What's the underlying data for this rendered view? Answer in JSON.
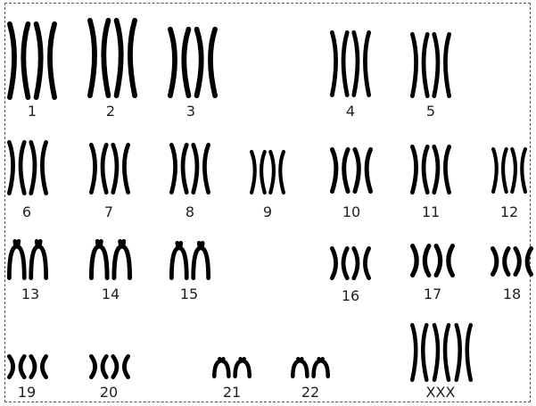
{
  "karyotype": {
    "chromosomes": [
      {
        "label": "1",
        "shape": "long",
        "count": 2
      },
      {
        "label": "2",
        "shape": "long",
        "count": 2
      },
      {
        "label": "3",
        "shape": "long",
        "count": 2
      },
      {
        "label": "4",
        "shape": "long",
        "count": 2
      },
      {
        "label": "5",
        "shape": "long",
        "count": 2
      },
      {
        "label": "6",
        "shape": "medium",
        "count": 2
      },
      {
        "label": "7",
        "shape": "medium",
        "count": 2
      },
      {
        "label": "8",
        "shape": "medium",
        "count": 2
      },
      {
        "label": "9",
        "shape": "medium",
        "count": 2
      },
      {
        "label": "10",
        "shape": "medium",
        "count": 2
      },
      {
        "label": "11",
        "shape": "medium",
        "count": 2
      },
      {
        "label": "12",
        "shape": "medium",
        "count": 2
      },
      {
        "label": "13",
        "shape": "acrocentric",
        "count": 2
      },
      {
        "label": "14",
        "shape": "acrocentric",
        "count": 2
      },
      {
        "label": "15",
        "shape": "acrocentric",
        "count": 2
      },
      {
        "label": "16",
        "shape": "short",
        "count": 2
      },
      {
        "label": "17",
        "shape": "short",
        "count": 2
      },
      {
        "label": "18",
        "shape": "short",
        "count": 2
      },
      {
        "label": "19",
        "shape": "small",
        "count": 2
      },
      {
        "label": "20",
        "shape": "small",
        "count": 2
      },
      {
        "label": "21",
        "shape": "tiny-acrocentric",
        "count": 2
      },
      {
        "label": "22",
        "shape": "tiny-acrocentric",
        "count": 2
      },
      {
        "label": "XXX",
        "shape": "long",
        "count": 3
      }
    ],
    "colors": {
      "chromosome": "#000000",
      "label": "#222222",
      "frame": "#555555"
    }
  }
}
